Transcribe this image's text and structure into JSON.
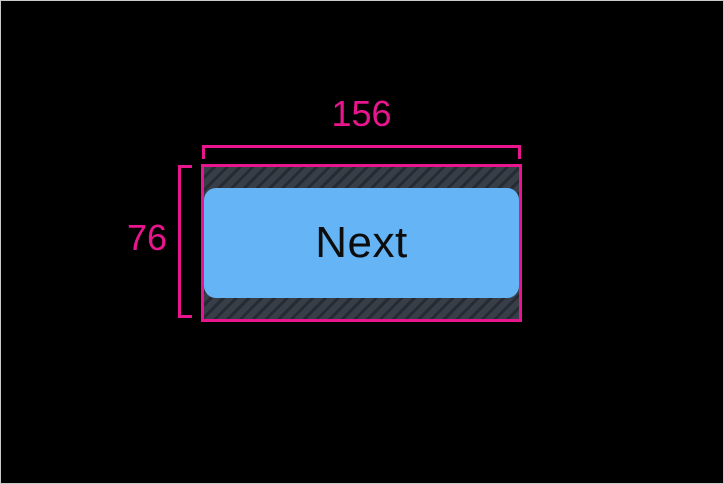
{
  "scene": {
    "background_color": "#000000",
    "frame_border_color": "#c9c9c9"
  },
  "inspector": {
    "selection_color": "#e9158e",
    "width_label": "156",
    "height_label": "76",
    "padding_hatch": {
      "base_color": "#373e48",
      "stripe_color": "#262a32"
    },
    "button": {
      "label": "Next",
      "fill_color": "#64b4f6",
      "text_color": "#0d0d0d"
    }
  }
}
